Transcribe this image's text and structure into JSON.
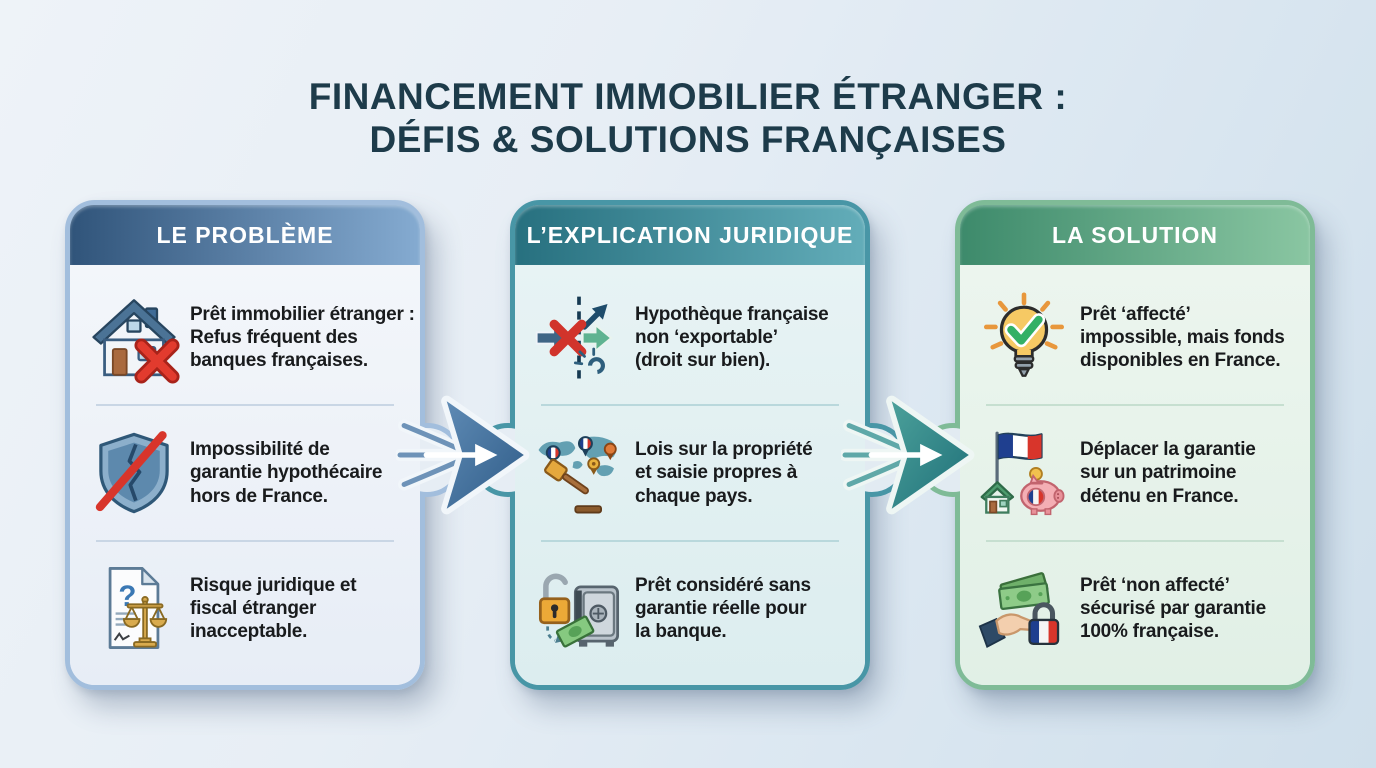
{
  "title": {
    "line1": "FINANCEMENT IMMOBILIER ÉTRANGER :",
    "line2": "DÉFIS & SOLUTIONS FRANÇAISES"
  },
  "cards": [
    {
      "header": "LE PROBLÈME",
      "accent_color": "#30547a",
      "border_color": "#a2bedd",
      "items": [
        {
          "icon": "house-rejected-icon",
          "lines": [
            "Prêt immobilier étranger :",
            "Refus fréquent des",
            "banques françaises."
          ]
        },
        {
          "icon": "broken-shield-icon",
          "lines": [
            "Impossibilité de",
            "garantie hypothécaire",
            "hors de France."
          ]
        },
        {
          "icon": "legal-risk-document-icon",
          "lines": [
            "Risque juridique et",
            "fiscal étranger",
            "inacceptable."
          ]
        }
      ]
    },
    {
      "header": "L’EXPLICATION JURIDIQUE",
      "accent_color": "#27707f",
      "border_color": "#4896a6",
      "items": [
        {
          "icon": "non-exportable-icon",
          "lines": [
            "Hypothèque française",
            "non ‘exportable’",
            "(droit sur bien)."
          ]
        },
        {
          "icon": "world-laws-gavel-icon",
          "lines": [
            "Lois sur la propriété",
            "et saisie propres à",
            "chaque pays."
          ]
        },
        {
          "icon": "unsecured-safe-icon",
          "lines": [
            "Prêt considéré sans",
            "garantie réelle pour",
            "la banque."
          ]
        }
      ]
    },
    {
      "header": "LA SOLUTION",
      "accent_color": "#3d8a6b",
      "border_color": "#7fbb97",
      "items": [
        {
          "icon": "lightbulb-check-icon",
          "lines": [
            "Prêt ‘affecté’",
            "impossible, mais fonds",
            "disponibles en France."
          ]
        },
        {
          "icon": "french-patrimony-icon",
          "lines": [
            "Déplacer la garantie",
            "sur un patrimoine",
            "détenu en France."
          ]
        },
        {
          "icon": "secured-loan-icon",
          "lines": [
            "Prêt ‘non affecté’",
            "sécurisé par garantie",
            "100% française."
          ]
        }
      ]
    }
  ],
  "flow": {
    "arrow1_color": "#35618d",
    "arrow2_color": "#277e82"
  },
  "colors": {
    "title": "#1d3b4a",
    "background_start": "#eef3f8",
    "background_end": "#cfdfeb",
    "error_red": "#d8352b",
    "success_green": "#33b066"
  }
}
